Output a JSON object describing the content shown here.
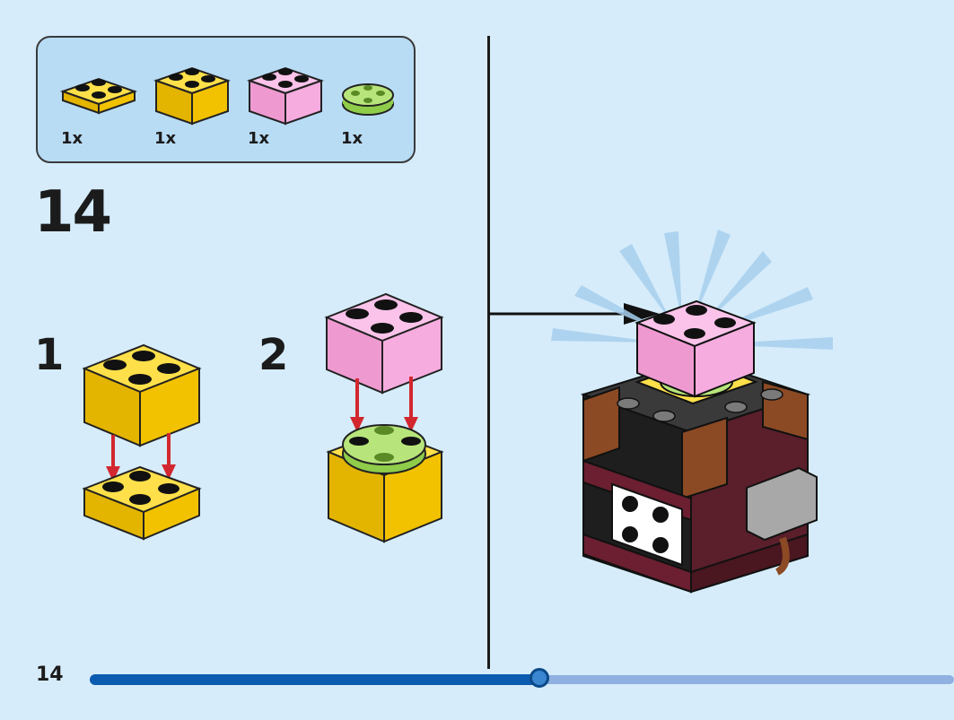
{
  "parts": [
    {
      "name": "yellow-plate-2x2",
      "qty": "1x",
      "color": "#f7c800"
    },
    {
      "name": "yellow-brick-2x2",
      "qty": "1x",
      "color": "#ffd21f"
    },
    {
      "name": "pink-brick-2x2",
      "qty": "1x",
      "color": "#f6a8dc"
    },
    {
      "name": "lime-round-plate-2x2",
      "qty": "1x",
      "color": "#a9dd6a"
    }
  ],
  "step": {
    "number": "14"
  },
  "substeps": [
    {
      "label": "1"
    },
    {
      "label": "2"
    }
  ],
  "page": {
    "number": "14"
  },
  "progress": {
    "value": 0.52
  },
  "colors": {
    "background": "#d6ecfa",
    "parts_box": "#b9dcf5",
    "arrow": "#d3272f",
    "progress_fill": "#0b5cb0",
    "progress_track": "#8fb0e0"
  }
}
